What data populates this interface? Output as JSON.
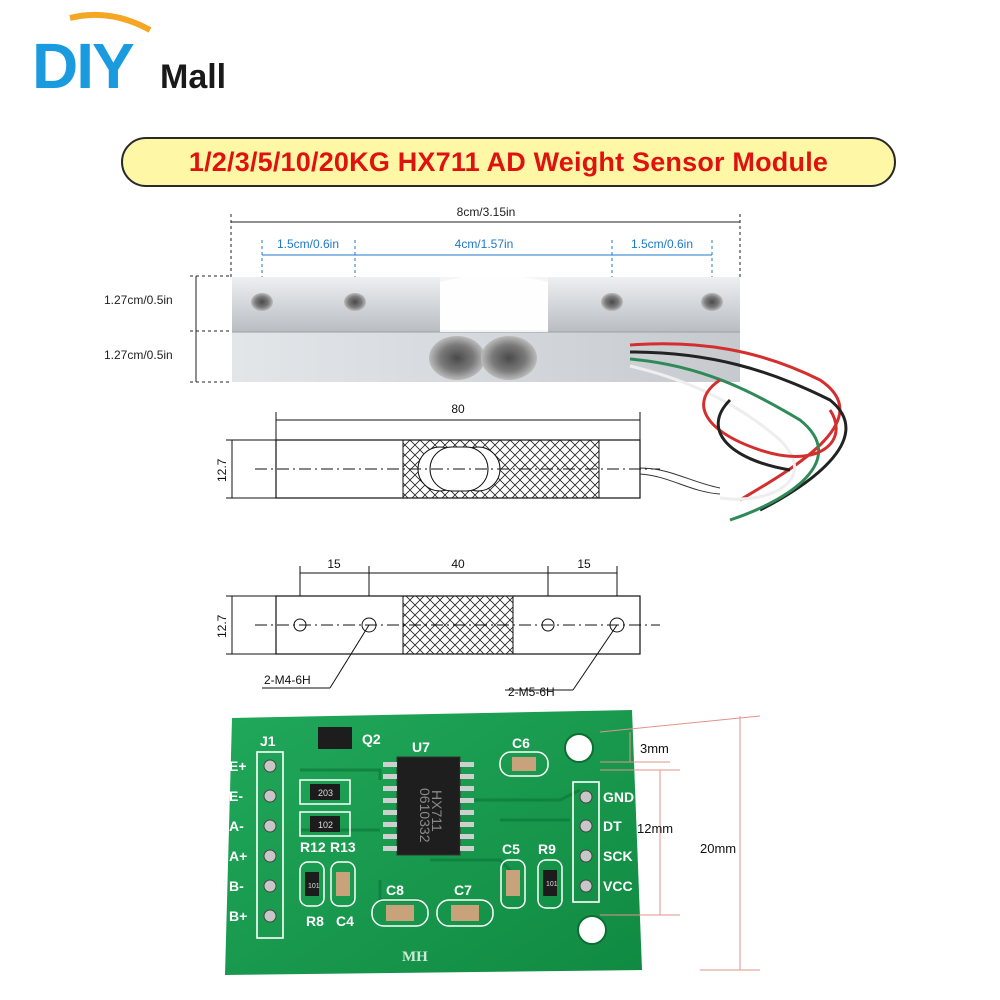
{
  "brand": {
    "logo_main": "DIY",
    "logo_sub": "Mall"
  },
  "title": "1/2/3/5/10/20KG HX711 AD Weight Sensor Module",
  "photo_dims": {
    "total": "8cm/3.15in",
    "left": "1.5cm/0.6in",
    "middle": "4cm/1.57in",
    "right": "1.5cm/0.6in",
    "height_top": "1.27cm/0.5in",
    "height_bottom": "1.27cm/0.5in"
  },
  "side_drawing": {
    "length": "80",
    "height": "12.7"
  },
  "top_drawing": {
    "left": "15",
    "middle": "40",
    "right": "15",
    "height": "12.7",
    "left_thread": "2-M4-6H",
    "right_thread": "2-M5-6H"
  },
  "pcb": {
    "header_left": "J1",
    "left_pins": [
      "E+",
      "E-",
      "A-",
      "A+",
      "B-",
      "B+"
    ],
    "right_pins": [
      "GND",
      "DT",
      "SCK",
      "VCC"
    ],
    "parts": {
      "q2": "Q2",
      "u7": "U7",
      "chip": "HX711",
      "chip_code": "0610332",
      "c6": "C6",
      "c5": "C5",
      "r9": "R9",
      "c8": "C8",
      "c7": "C7",
      "r12": "R12",
      "r13": "R13",
      "r8": "R8",
      "c4": "C4",
      "res1": "203",
      "res2": "102",
      "res3": "101",
      "res4": "101",
      "maker": "MH"
    },
    "dims": {
      "hole": "3mm",
      "pins": "12mm",
      "height": "20mm"
    }
  },
  "colors": {
    "brand_blue": "#1a9be0",
    "title_red": "#e0120f",
    "banner_yellow": "#fdf7a6",
    "pcb_green": "#169a4c"
  }
}
